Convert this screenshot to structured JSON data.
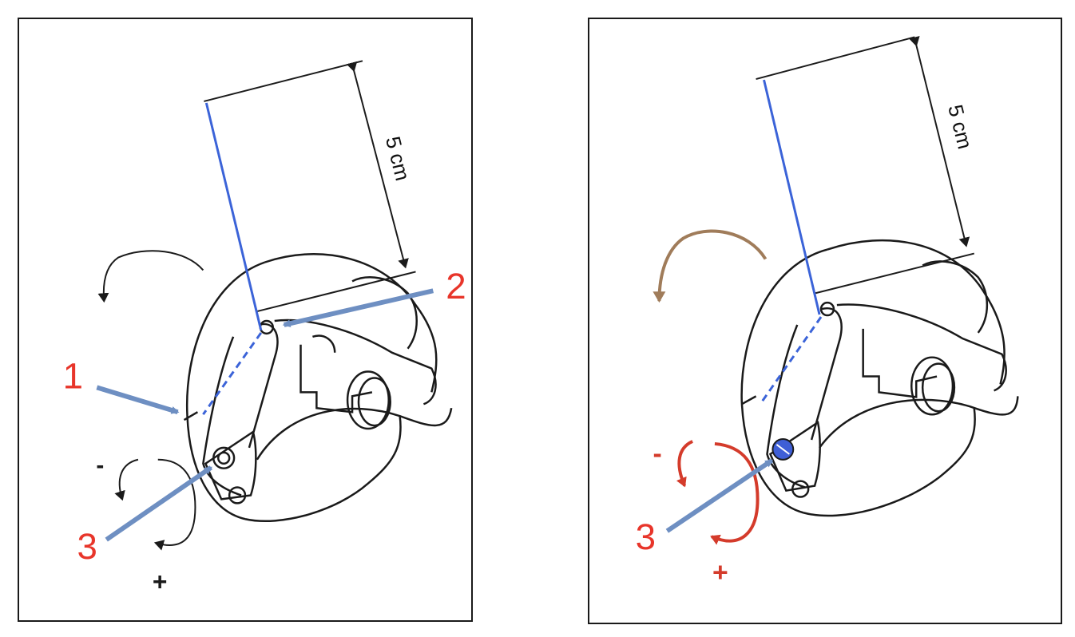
{
  "colors": {
    "outline": "#1a1a1a",
    "thread_blue": "#3b63d8",
    "arrow_blue": "#6e8fc2",
    "label_red": "#e8352a",
    "rotation_brown": "#a07c5a",
    "rotation_red": "#d43b2b",
    "screw_blue": "#3f5fd6"
  },
  "left": {
    "dimension_label": "5 cm",
    "label_1": "1",
    "label_2": "2",
    "label_3": "3",
    "minus": "-",
    "plus": "+"
  },
  "right": {
    "dimension_label": "5 cm",
    "label_3": "3",
    "minus": "-",
    "plus": "+"
  }
}
